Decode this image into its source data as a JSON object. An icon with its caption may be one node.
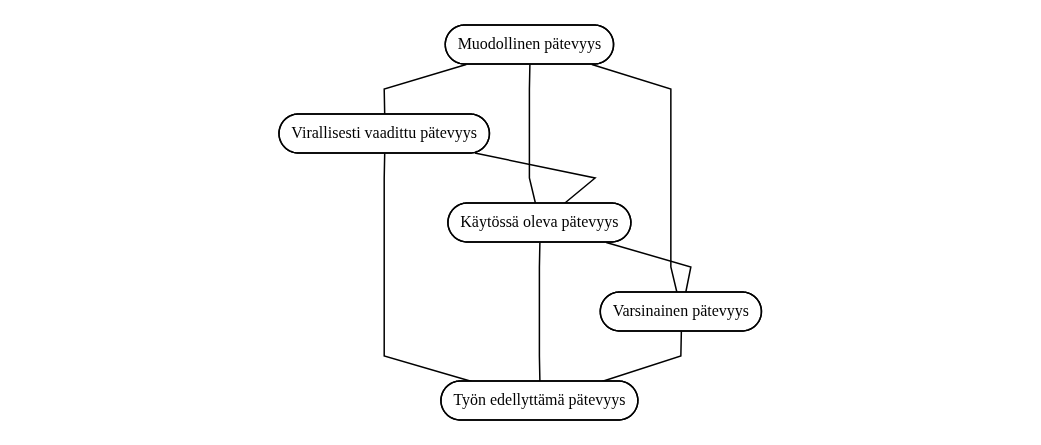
{
  "diagram": {
    "nodes": [
      {
        "text": [
          "Muodollinen pätevyys"
        ]
      },
      {
        "text": [
          "Virallisesti vaadittu pätevyys"
        ]
      },
      {
        "text": [
          "Käytössä oleva pätevyys"
        ]
      },
      {
        "text": [
          "Varsinainen pätevyys"
        ]
      },
      {
        "text": [
          "Työn edellyttämä pätevyys"
        ]
      }
    ],
    "edges": [
      {
        "from": 0,
        "to": 1,
        "arrow": "none"
      },
      {
        "from": 0,
        "to": 2,
        "arrow": "none"
      },
      {
        "from": 1,
        "to": 2,
        "arrow": "none"
      },
      {
        "from": 0,
        "to": 3,
        "arrow": "none"
      },
      {
        "from": 1,
        "to": 4,
        "arrow": "none"
      },
      {
        "from": 2,
        "to": 3,
        "arrow": "none"
      },
      {
        "from": 2,
        "to": 4,
        "arrow": "none"
      },
      {
        "from": 3,
        "to": 4,
        "arrow": "none"
      }
    ]
  }
}
